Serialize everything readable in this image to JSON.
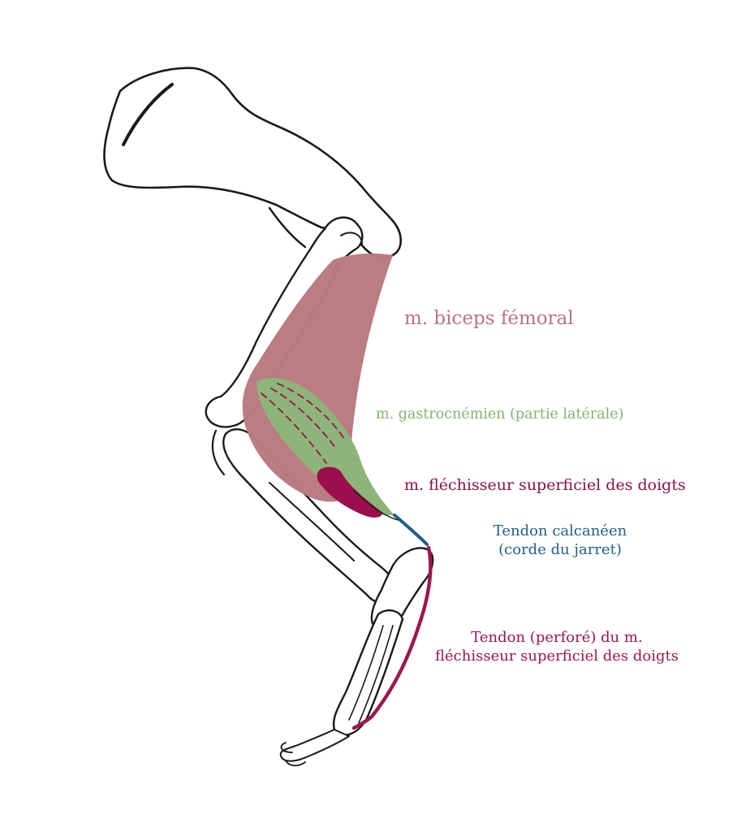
{
  "colors": {
    "outline": "#1a1a1a",
    "bone_fill": "#ffffff",
    "biceps": "#b9757f",
    "biceps_muscle_fill": "#b97a80",
    "gastrocnemius": "#86b16f",
    "gastrocnemius_fill": "#8db57a",
    "flexor": "#8c1048",
    "flexor_fill": "#9b0f4c",
    "tendon_calcaneal": "#1e5f86",
    "tendon_perforated": "#9c1650"
  },
  "labels": {
    "biceps": "m. biceps fémoral",
    "gastrocnemius": "m. gastrocnémien (partie latérale)",
    "flexor": "m. fléchisseur superficiel des doigts",
    "calcaneal_tendon": {
      "line1": "Tendon calcanéen",
      "line2": "(corde du jarret)"
    },
    "perforated_tendon": {
      "line1": "Tendon (perforé) du m.",
      "line2": "fléchisseur superficiel des doigts"
    }
  }
}
